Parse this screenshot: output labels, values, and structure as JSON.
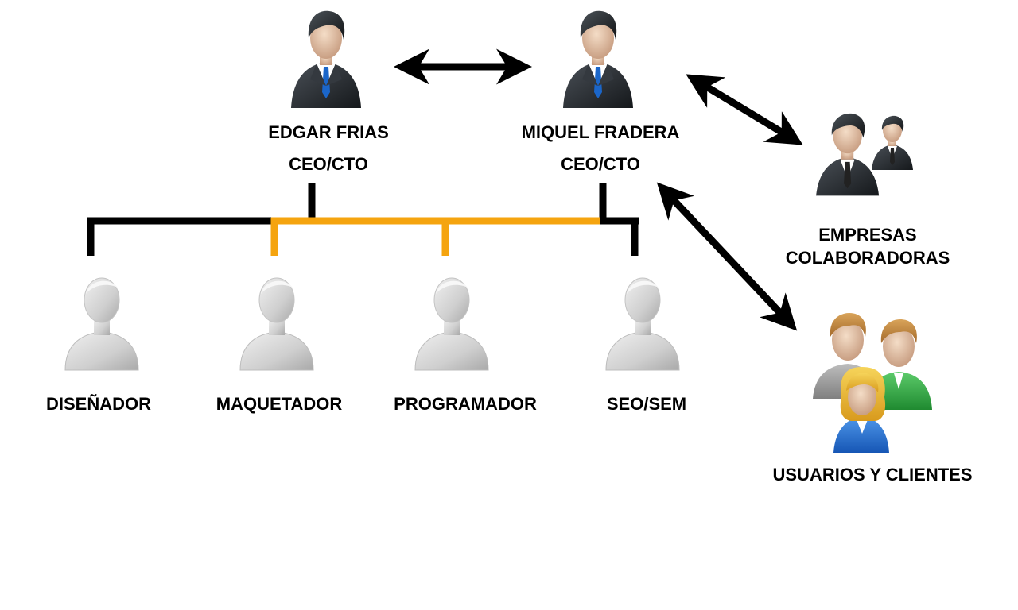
{
  "colors": {
    "background": "#ffffff",
    "line_black": "#000000",
    "line_orange": "#f5a40f",
    "suit_dark": "#2b2f34",
    "tie_blue": "#1b66c9",
    "staff_grey": "#cdcdcd",
    "client_green": "#2f9e3f",
    "client_blue": "#1f6fd0"
  },
  "executives": [
    {
      "name": "EDGAR FRIAS",
      "role": "CEO/CTO",
      "icon": "businessman-icon"
    },
    {
      "name": "MIQUEL FRADERA",
      "role": "CEO/CTO",
      "icon": "businessman-icon"
    }
  ],
  "team": [
    {
      "label": "DISEÑADOR",
      "icon": "user-silhouette-icon"
    },
    {
      "label": "MAQUETADOR",
      "icon": "user-silhouette-icon"
    },
    {
      "label": "PROGRAMADOR",
      "icon": "user-silhouette-icon"
    },
    {
      "label": "SEO/SEM",
      "icon": "user-silhouette-icon"
    }
  ],
  "partners": {
    "line1": "EMPRESAS",
    "line2": "COLABORADORAS",
    "icon": "business-group-icon"
  },
  "clients": {
    "label": "USUARIOS Y CLIENTES",
    "icon": "people-group-icon"
  }
}
